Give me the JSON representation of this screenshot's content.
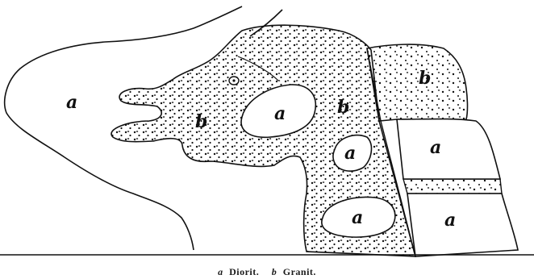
{
  "figure": {
    "ink_color": "#111111",
    "background": "#ffffff",
    "labels": {
      "a_left": "a",
      "a_center_upper": "a",
      "a_center_small": "a",
      "a_center_lower": "a",
      "a_right_upper": "a",
      "a_right_lower": "a",
      "b_left": "b",
      "b_center": "b",
      "b_right": "b"
    },
    "caption": {
      "a_key": "a",
      "a_name": "Diorit.",
      "b_key": "b",
      "b_name": "Granit."
    }
  }
}
